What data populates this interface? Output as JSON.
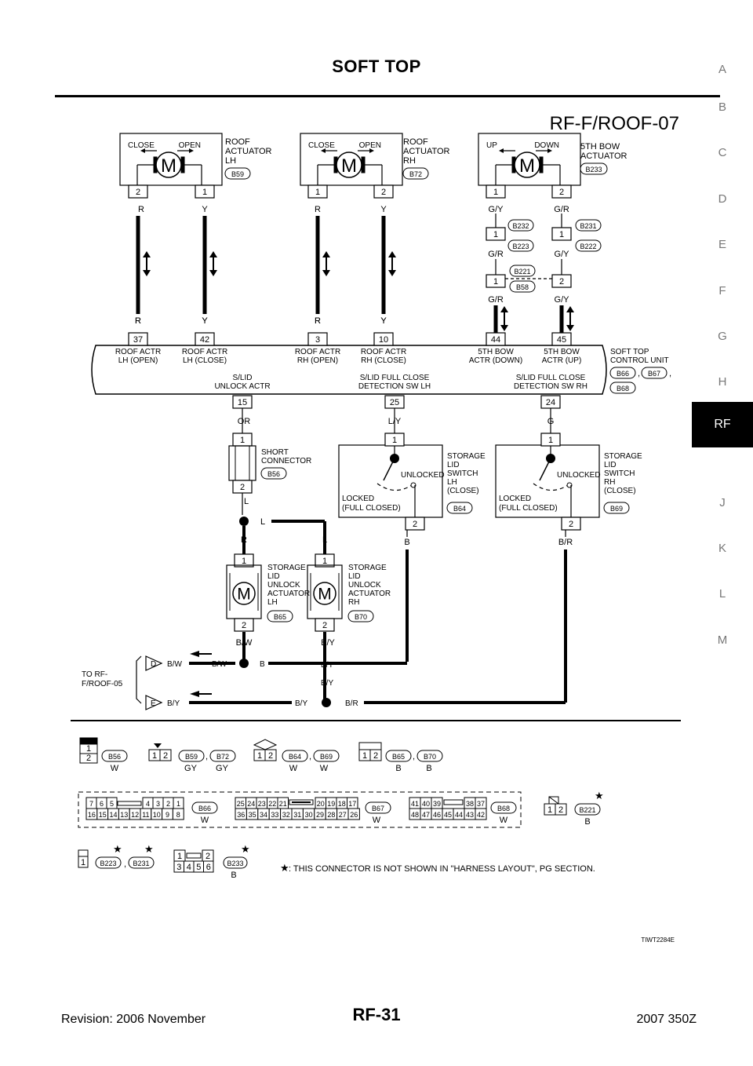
{
  "header": {
    "title": "SOFT TOP"
  },
  "side_nav": {
    "items": [
      "A",
      "B",
      "C",
      "D",
      "E",
      "F",
      "G",
      "H",
      "RF",
      "J",
      "K",
      "L",
      "M"
    ],
    "active": "RF"
  },
  "diagram": {
    "code": "RF-F/ROOF-07",
    "roof_lh": {
      "name_l1": "ROOF",
      "name_l2": "ACTUATOR",
      "name_l3": "LH",
      "conn": "B59",
      "dir1": "CLOSE",
      "dir2": "OPEN",
      "pinA": "2",
      "pinB": "1",
      "wireA": "R",
      "wireB": "Y",
      "motor": "M"
    },
    "roof_rh": {
      "name_l1": "ROOF",
      "name_l2": "ACTUATOR",
      "name_l3": "RH",
      "conn": "B72",
      "dir1": "CLOSE",
      "dir2": "OPEN",
      "pinA": "1",
      "pinB": "2",
      "wireA": "R",
      "wireB": "Y",
      "motor": "M"
    },
    "bow": {
      "name_l1": "5TH BOW",
      "name_l2": "ACTUATOR",
      "conn": "B233",
      "dir1": "UP",
      "dir2": "DOWN",
      "pinA": "1",
      "pinB": "2",
      "wireA": "G/Y",
      "wireB": "G/R",
      "motor": "M"
    },
    "joints": {
      "left_top": "B232",
      "left_bot": "B223",
      "right_top": "B231",
      "right_bot": "B222",
      "j2_top": "B221",
      "j2_bot": "B58",
      "pin1": "1",
      "pin2": "2",
      "w_l1": "G/R",
      "w_r1": "G/Y",
      "w_l2": "G/R",
      "w_r2": "G/Y"
    },
    "cu": {
      "pins": [
        "37",
        "42",
        "3",
        "10",
        "44",
        "45"
      ],
      "pin_wires": [
        "R",
        "Y",
        "R",
        "Y"
      ],
      "lbl_lh_open_1": "ROOF ACTR",
      "lbl_lh_open_2": "LH (OPEN)",
      "lbl_lh_close_1": "ROOF ACTR",
      "lbl_lh_close_2": "LH (CLOSE)",
      "lbl_rh_open_1": "ROOF ACTR",
      "lbl_rh_open_2": "RH (OPEN)",
      "lbl_rh_close_1": "ROOF ACTR",
      "lbl_rh_close_2": "RH (CLOSE)",
      "lbl_bow_down_1": "5TH BOW",
      "lbl_bow_down_2": "ACTR (DOWN)",
      "lbl_bow_up_1": "5TH BOW",
      "lbl_bow_up_2": "ACTR (UP)",
      "name_l1": "SOFT TOP",
      "name_l2": "CONTROL UNIT",
      "conns": [
        "B66",
        "B67",
        "B68"
      ],
      "lbl_slid_1": "S/LID",
      "lbl_slid_2": "UNLOCK ACTR",
      "lbl_det_lh_1": "S/LID FULL CLOSE",
      "lbl_det_lh_2": "DETECTION SW LH",
      "lbl_det_rh_1": "S/LID FULL CLOSE",
      "lbl_det_rh_2": "DETECTION SW RH",
      "bot_pins": [
        "15",
        "25",
        "24"
      ],
      "bot_wires": [
        "OR",
        "L/Y",
        "G"
      ]
    },
    "short_conn": {
      "name_l1": "SHORT",
      "name_l2": "CONNECTOR",
      "conn": "B56",
      "pin1": "1",
      "pin2": "2",
      "wire_out": "L"
    },
    "sw_lh": {
      "name": [
        "STORAGE",
        "LID",
        "SWITCH",
        "LH",
        "(CLOSE)"
      ],
      "conn": "B64",
      "unlocked": "UNLOCKED",
      "locked_1": "LOCKED",
      "locked_2": "(FULL CLOSED)",
      "pin1": "1",
      "pin2": "2",
      "wire_out": "B"
    },
    "sw_rh": {
      "name": [
        "STORAGE",
        "LID",
        "SWITCH",
        "RH",
        "(CLOSE)"
      ],
      "conn": "B69",
      "unlocked": "UNLOCKED",
      "locked_1": "LOCKED",
      "locked_2": "(FULL CLOSED)",
      "pin1": "1",
      "pin2": "2",
      "wire_out": "B/R"
    },
    "act_lh": {
      "name": [
        "STORAGE",
        "LID",
        "UNLOCK",
        "ACTUATOR",
        "LH"
      ],
      "conn": "B65",
      "pin1": "1",
      "pin2": "2",
      "wire_in": "R",
      "wire_out": "B/W",
      "motor": "M"
    },
    "act_rh": {
      "name": [
        "STORAGE",
        "LID",
        "UNLOCK",
        "ACTUATOR",
        "RH"
      ],
      "conn": "B70",
      "pin1": "1",
      "pin2": "2",
      "wire_in": "L",
      "wire_out": "B/Y",
      "motor": "M"
    },
    "splice_l": "L",
    "to_roof05_1": "TO RF-",
    "to_roof05_2": "F/ROOF-05",
    "bottom": {
      "d_letter": "D",
      "e_letter": "E",
      "d_w1": "B/W",
      "d_w2": "B/W",
      "d_w3": "B",
      "e_w1": "B/Y",
      "e_w2": "B/Y",
      "e_w3": "B/R",
      "rh_down": "B/Y"
    }
  },
  "connector_views": {
    "row1": [
      {
        "conns": [
          "B56"
        ],
        "colors": [
          "W"
        ],
        "pins": [
          "1",
          "2"
        ]
      },
      {
        "conns": [
          "B59",
          "B72"
        ],
        "colors": [
          "GY",
          "GY"
        ],
        "pins": [
          "1",
          "2"
        ]
      },
      {
        "conns": [
          "B64",
          "B69"
        ],
        "colors": [
          "W",
          "W"
        ],
        "pins": [
          "1",
          "2"
        ]
      },
      {
        "conns": [
          "B65",
          "B70"
        ],
        "colors": [
          "B",
          "B"
        ],
        "pins": [
          "1",
          "2"
        ]
      }
    ],
    "b66": {
      "conn": "B66",
      "color": "W",
      "top": [
        "7",
        "6",
        "5",
        "4",
        "3",
        "2",
        "1"
      ],
      "bot": [
        "16",
        "15",
        "14",
        "13",
        "12",
        "11",
        "10",
        "9",
        "8"
      ]
    },
    "b67": {
      "conn": "B67",
      "color": "W",
      "top": [
        "25",
        "24",
        "23",
        "22",
        "21",
        "20",
        "19",
        "18",
        "17"
      ],
      "bot": [
        "36",
        "35",
        "34",
        "33",
        "32",
        "31",
        "30",
        "29",
        "28",
        "27",
        "26"
      ]
    },
    "b68": {
      "conn": "B68",
      "color": "W",
      "top": [
        "41",
        "40",
        "39",
        "38",
        "37"
      ],
      "bot": [
        "48",
        "47",
        "46",
        "45",
        "44",
        "43",
        "42"
      ]
    },
    "b221": {
      "conn": "B221",
      "color": "B",
      "pins": [
        "1",
        "2"
      ]
    },
    "b223": {
      "conns": [
        "B223",
        "B231"
      ],
      "pin": "1"
    },
    "b233": {
      "conn": "B233",
      "color": "B",
      "top": [
        "1",
        "2"
      ],
      "bot": [
        "3",
        "4",
        "5",
        "6"
      ]
    },
    "note": ": THIS CONNECTOR IS NOT SHOWN IN \"HARNESS LAYOUT\", PG SECTION.",
    "star": "★",
    "comma": ","
  },
  "figure_id": "TIWT2284E",
  "footer": {
    "page": "RF-31",
    "revision": "Revision: 2006 November",
    "model": "2007 350Z"
  }
}
